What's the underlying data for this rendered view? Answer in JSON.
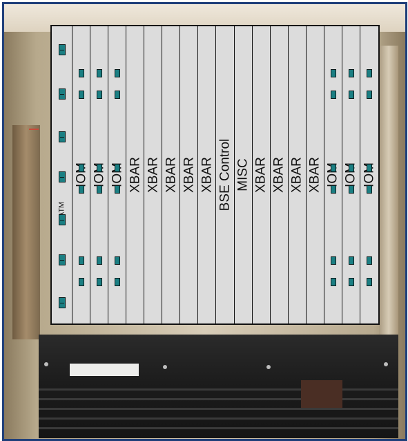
{
  "slots": [
    {
      "label": "ATM",
      "kind": "atm"
    },
    {
      "label": "IOM",
      "kind": "iom"
    },
    {
      "label": "IOM",
      "kind": "iom"
    },
    {
      "label": "IOM",
      "kind": "iom"
    },
    {
      "label": "XBAR",
      "kind": "xbar"
    },
    {
      "label": "XBAR",
      "kind": "xbar"
    },
    {
      "label": "XBAR",
      "kind": "xbar"
    },
    {
      "label": "XBAR",
      "kind": "xbar"
    },
    {
      "label": "XBAR",
      "kind": "xbar"
    },
    {
      "label": "BSE Control",
      "kind": "control"
    },
    {
      "label": "MISC",
      "kind": "misc"
    },
    {
      "label": "XBAR",
      "kind": "xbar"
    },
    {
      "label": "XBAR",
      "kind": "xbar"
    },
    {
      "label": "XBAR",
      "kind": "xbar"
    },
    {
      "label": "XBAR",
      "kind": "xbar"
    },
    {
      "label": "IOM",
      "kind": "iom"
    },
    {
      "label": "IOM",
      "kind": "iom"
    },
    {
      "label": "IOM",
      "kind": "iom"
    }
  ],
  "colors": {
    "border": "#1f3f7a",
    "port": "#1b7f83",
    "slot_fill": "#dcdcdc",
    "chassis": "#1b1b1b"
  }
}
